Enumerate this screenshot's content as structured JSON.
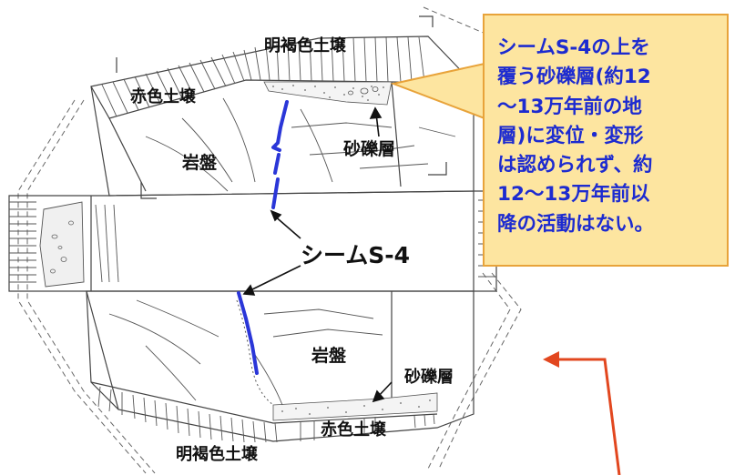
{
  "labels": {
    "light_brown_soil_top": "明褐色土壌",
    "red_soil_top": "赤色土壌",
    "bedrock_top": "岩盤",
    "gravel_top": "砂礫層",
    "seam": "シームS-4",
    "bedrock_bottom": "岩盤",
    "gravel_bottom": "砂礫層",
    "red_soil_bottom": "赤色土壌",
    "light_brown_soil_bottom": "明褐色土壌"
  },
  "callout": {
    "lines": [
      "シームS-4の上を",
      "覆う砂礫層(約12",
      "～13万年前の地",
      "層)に変位・変形",
      "は認められず、約",
      "12～13万年前以",
      "降の活動はない。"
    ]
  },
  "colors": {
    "seam_line": "#2a36d8",
    "callout_fill": "#fde5a0",
    "callout_border": "#e8a33a",
    "callout_text": "#1d2bd0",
    "arrow_red": "#e2471f"
  }
}
